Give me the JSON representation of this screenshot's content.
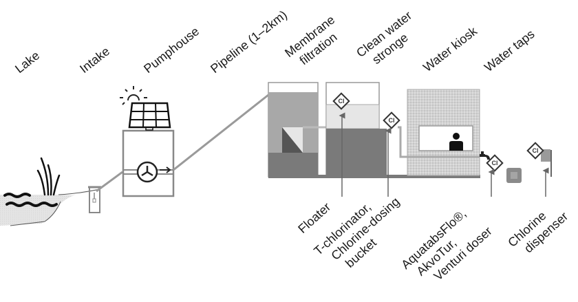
{
  "diagram": {
    "top_labels": [
      {
        "id": "lake",
        "lines": [
          "Lake"
        ]
      },
      {
        "id": "intake",
        "lines": [
          "Intake"
        ]
      },
      {
        "id": "pumphouse",
        "lines": [
          "Pumphouse"
        ]
      },
      {
        "id": "pipeline",
        "lines": [
          "Pipeline (1–2km)"
        ]
      },
      {
        "id": "membrane-filtration",
        "lines": [
          "Membrane",
          "filtration"
        ]
      },
      {
        "id": "clean-water-storage",
        "lines": [
          "Clean water",
          "stronge"
        ]
      },
      {
        "id": "water-kiosk",
        "lines": [
          "Water kiosk"
        ]
      },
      {
        "id": "water-taps",
        "lines": [
          "Water taps"
        ]
      }
    ],
    "bottom_labels": [
      {
        "id": "floater",
        "lines": [
          "Floater"
        ]
      },
      {
        "id": "t-chlorinator",
        "lines": [
          "T-chlorinator,",
          "Chlorine-dosing",
          "bucket"
        ]
      },
      {
        "id": "aquatabs",
        "lines": [
          "AquatabsFlo®,",
          "AkvoTur,",
          "Venturi doser"
        ]
      },
      {
        "id": "chlorine-dispenser",
        "lines": [
          "Chlorine",
          "dispenser"
        ]
      }
    ],
    "chlorine_symbol": "Cl",
    "colors": {
      "pipe": "#9a9a9a",
      "dark_tank": "#7a7a7a",
      "mid_tank": "#a8a8a8",
      "light_water": "#e6e6e6",
      "kiosk": "#cfcfcf",
      "outline": "#8a8a8a",
      "ink": "#1a1a1a"
    }
  }
}
